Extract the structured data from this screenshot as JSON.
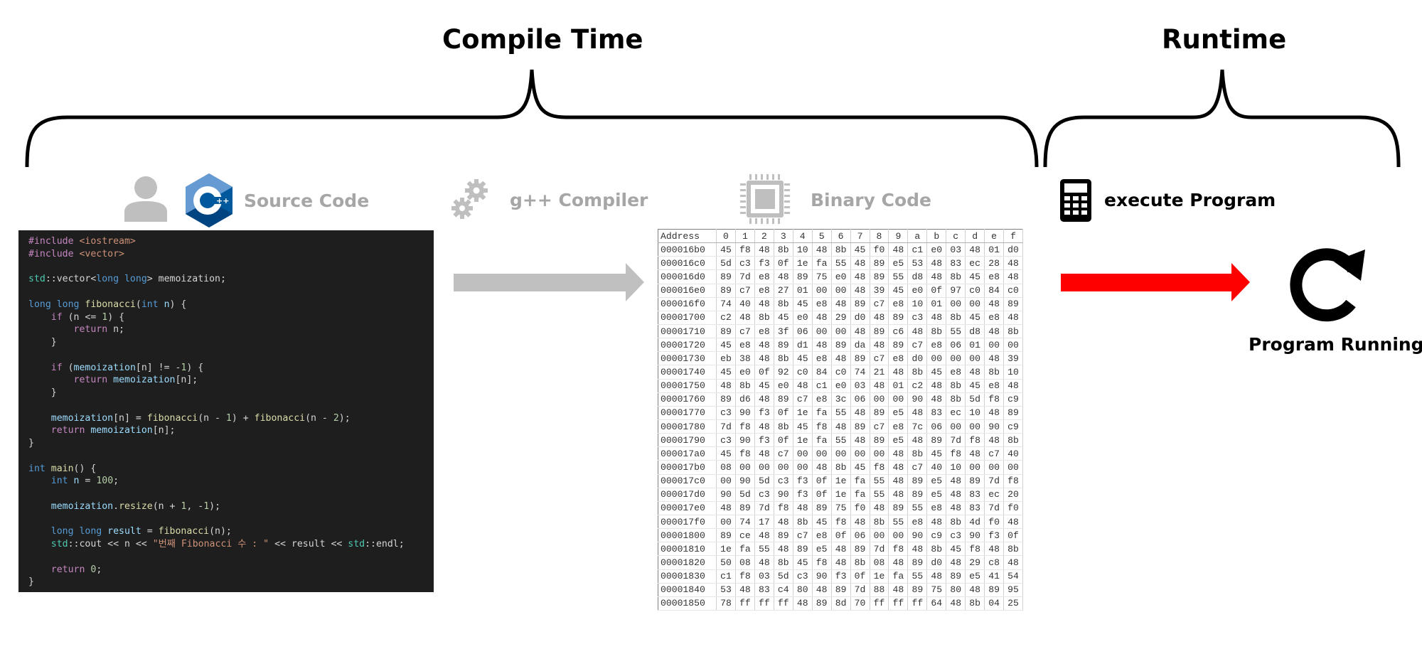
{
  "headings": {
    "compile_time": "Compile Time",
    "runtime": "Runtime"
  },
  "stages": {
    "source": "Source Code",
    "compiler": "g++ Compiler",
    "binary": "Binary Code",
    "execute": "execute Program",
    "running": "Program Running"
  },
  "colors": {
    "gray": "#c0c0c0",
    "red": "#ff0000",
    "cpp_blue": "#00599c",
    "code_bg": "#1e1e1e"
  },
  "icons": [
    "person-icon",
    "cpp-logo-icon",
    "gears-icon",
    "chip-icon",
    "calculator-icon",
    "refresh-icon"
  ],
  "code_lines": [
    [
      {
        "t": "#include ",
        "c": "#c586c0"
      },
      {
        "t": "<iostream>",
        "c": "#ce9178"
      }
    ],
    [
      {
        "t": "#include ",
        "c": "#c586c0"
      },
      {
        "t": "<vector>",
        "c": "#ce9178"
      }
    ],
    [],
    [
      {
        "t": "std",
        "c": "#4ec9b0"
      },
      {
        "t": "::vector<",
        "c": "#d4d4d4"
      },
      {
        "t": "long long",
        "c": "#569cd6"
      },
      {
        "t": "> memoization;",
        "c": "#d4d4d4"
      }
    ],
    [],
    [
      {
        "t": "long long ",
        "c": "#569cd6"
      },
      {
        "t": "fibonacci",
        "c": "#dcdcaa"
      },
      {
        "t": "(",
        "c": "#d4d4d4"
      },
      {
        "t": "int ",
        "c": "#569cd6"
      },
      {
        "t": "n",
        "c": "#9cdcfe"
      },
      {
        "t": ") {",
        "c": "#d4d4d4"
      }
    ],
    [
      {
        "t": "    ",
        "c": "#d4d4d4"
      },
      {
        "t": "if",
        "c": "#c586c0"
      },
      {
        "t": " (n <= ",
        "c": "#d4d4d4"
      },
      {
        "t": "1",
        "c": "#b5cea8"
      },
      {
        "t": ") {",
        "c": "#d4d4d4"
      }
    ],
    [
      {
        "t": "        ",
        "c": "#d4d4d4"
      },
      {
        "t": "return",
        "c": "#c586c0"
      },
      {
        "t": " n;",
        "c": "#d4d4d4"
      }
    ],
    [
      {
        "t": "    }",
        "c": "#d4d4d4"
      }
    ],
    [],
    [
      {
        "t": "    ",
        "c": "#d4d4d4"
      },
      {
        "t": "if",
        "c": "#c586c0"
      },
      {
        "t": " (",
        "c": "#d4d4d4"
      },
      {
        "t": "memoization",
        "c": "#9cdcfe"
      },
      {
        "t": "[n] != -",
        "c": "#d4d4d4"
      },
      {
        "t": "1",
        "c": "#b5cea8"
      },
      {
        "t": ") {",
        "c": "#d4d4d4"
      }
    ],
    [
      {
        "t": "        ",
        "c": "#d4d4d4"
      },
      {
        "t": "return",
        "c": "#c586c0"
      },
      {
        "t": " ",
        "c": "#d4d4d4"
      },
      {
        "t": "memoization",
        "c": "#9cdcfe"
      },
      {
        "t": "[n];",
        "c": "#d4d4d4"
      }
    ],
    [
      {
        "t": "    }",
        "c": "#d4d4d4"
      }
    ],
    [],
    [
      {
        "t": "    ",
        "c": "#d4d4d4"
      },
      {
        "t": "memoization",
        "c": "#9cdcfe"
      },
      {
        "t": "[n] = ",
        "c": "#d4d4d4"
      },
      {
        "t": "fibonacci",
        "c": "#dcdcaa"
      },
      {
        "t": "(n - ",
        "c": "#d4d4d4"
      },
      {
        "t": "1",
        "c": "#b5cea8"
      },
      {
        "t": ") + ",
        "c": "#d4d4d4"
      },
      {
        "t": "fibonacci",
        "c": "#dcdcaa"
      },
      {
        "t": "(n - ",
        "c": "#d4d4d4"
      },
      {
        "t": "2",
        "c": "#b5cea8"
      },
      {
        "t": ");",
        "c": "#d4d4d4"
      }
    ],
    [
      {
        "t": "    ",
        "c": "#d4d4d4"
      },
      {
        "t": "return",
        "c": "#c586c0"
      },
      {
        "t": " ",
        "c": "#d4d4d4"
      },
      {
        "t": "memoization",
        "c": "#9cdcfe"
      },
      {
        "t": "[n];",
        "c": "#d4d4d4"
      }
    ],
    [
      {
        "t": "}",
        "c": "#d4d4d4"
      }
    ],
    [],
    [
      {
        "t": "int ",
        "c": "#569cd6"
      },
      {
        "t": "main",
        "c": "#dcdcaa"
      },
      {
        "t": "() {",
        "c": "#d4d4d4"
      }
    ],
    [
      {
        "t": "    ",
        "c": "#d4d4d4"
      },
      {
        "t": "int ",
        "c": "#569cd6"
      },
      {
        "t": "n",
        "c": "#9cdcfe"
      },
      {
        "t": " = ",
        "c": "#d4d4d4"
      },
      {
        "t": "100",
        "c": "#b5cea8"
      },
      {
        "t": ";",
        "c": "#d4d4d4"
      }
    ],
    [],
    [
      {
        "t": "    ",
        "c": "#d4d4d4"
      },
      {
        "t": "memoization",
        "c": "#9cdcfe"
      },
      {
        "t": ".",
        "c": "#d4d4d4"
      },
      {
        "t": "resize",
        "c": "#dcdcaa"
      },
      {
        "t": "(n + ",
        "c": "#d4d4d4"
      },
      {
        "t": "1",
        "c": "#b5cea8"
      },
      {
        "t": ", -",
        "c": "#d4d4d4"
      },
      {
        "t": "1",
        "c": "#b5cea8"
      },
      {
        "t": ");",
        "c": "#d4d4d4"
      }
    ],
    [],
    [
      {
        "t": "    ",
        "c": "#d4d4d4"
      },
      {
        "t": "long long ",
        "c": "#569cd6"
      },
      {
        "t": "result",
        "c": "#9cdcfe"
      },
      {
        "t": " = ",
        "c": "#d4d4d4"
      },
      {
        "t": "fibonacci",
        "c": "#dcdcaa"
      },
      {
        "t": "(n);",
        "c": "#d4d4d4"
      }
    ],
    [
      {
        "t": "    ",
        "c": "#d4d4d4"
      },
      {
        "t": "std",
        "c": "#4ec9b0"
      },
      {
        "t": "::cout << n << ",
        "c": "#d4d4d4"
      },
      {
        "t": "\"번째 Fibonacci 수 : \"",
        "c": "#ce9178"
      },
      {
        "t": " << result << ",
        "c": "#d4d4d4"
      },
      {
        "t": "std",
        "c": "#4ec9b0"
      },
      {
        "t": "::endl;",
        "c": "#d4d4d4"
      }
    ],
    [],
    [
      {
        "t": "    ",
        "c": "#d4d4d4"
      },
      {
        "t": "return",
        "c": "#c586c0"
      },
      {
        "t": " ",
        "c": "#d4d4d4"
      },
      {
        "t": "0",
        "c": "#b5cea8"
      },
      {
        "t": ";",
        "c": "#d4d4d4"
      }
    ],
    [
      {
        "t": "}",
        "c": "#d4d4d4"
      }
    ]
  ],
  "hex": {
    "header": [
      "Address",
      "0",
      "1",
      "2",
      "3",
      "4",
      "5",
      "6",
      "7",
      "8",
      "9",
      "a",
      "b",
      "c",
      "d",
      "e",
      "f"
    ],
    "rows": [
      [
        "000016b0",
        "45 f8 48 8b 10 48 8b 45 f0 48 c1 e0 03 48 01 d0"
      ],
      [
        "000016c0",
        "5d c3 f3 0f 1e fa 55 48 89 e5 53 48 83 ec 28 48"
      ],
      [
        "000016d0",
        "89 7d e8 48 89 75 e0 48 89 55 d8 48 8b 45 e8 48"
      ],
      [
        "000016e0",
        "89 c7 e8 27 01 00 00 48 39 45 e0 0f 97 c0 84 c0"
      ],
      [
        "000016f0",
        "74 40 48 8b 45 e8 48 89 c7 e8 10 01 00 00 48 89"
      ],
      [
        "00001700",
        "c2 48 8b 45 e0 48 29 d0 48 89 c3 48 8b 45 e8 48"
      ],
      [
        "00001710",
        "89 c7 e8 3f 06 00 00 48 89 c6 48 8b 55 d8 48 8b"
      ],
      [
        "00001720",
        "45 e8 48 89 d1 48 89 da 48 89 c7 e8 06 01 00 00"
      ],
      [
        "00001730",
        "eb 38 48 8b 45 e8 48 89 c7 e8 d0 00 00 00 48 39"
      ],
      [
        "00001740",
        "45 e0 0f 92 c0 84 c0 74 21 48 8b 45 e8 48 8b 10"
      ],
      [
        "00001750",
        "48 8b 45 e0 48 c1 e0 03 48 01 c2 48 8b 45 e8 48"
      ],
      [
        "00001760",
        "89 d6 48 89 c7 e8 3c 06 00 00 90 48 8b 5d f8 c9"
      ],
      [
        "00001770",
        "c3 90 f3 0f 1e fa 55 48 89 e5 48 83 ec 10 48 89"
      ],
      [
        "00001780",
        "7d f8 48 8b 45 f8 48 89 c7 e8 7c 06 00 00 90 c9"
      ],
      [
        "00001790",
        "c3 90 f3 0f 1e fa 55 48 89 e5 48 89 7d f8 48 8b"
      ],
      [
        "000017a0",
        "45 f8 48 c7 00 00 00 00 00 48 8b 45 f8 48 c7 40"
      ],
      [
        "000017b0",
        "08 00 00 00 00 48 8b 45 f8 48 c7 40 10 00 00 00"
      ],
      [
        "000017c0",
        "00 90 5d c3 f3 0f 1e fa 55 48 89 e5 48 89 7d f8"
      ],
      [
        "000017d0",
        "90 5d c3 90 f3 0f 1e fa 55 48 89 e5 48 83 ec 20"
      ],
      [
        "000017e0",
        "48 89 7d f8 48 89 75 f0 48 89 55 e8 48 83 7d f0"
      ],
      [
        "000017f0",
        "00 74 17 48 8b 45 f8 48 8b 55 e8 48 8b 4d f0 48"
      ],
      [
        "00001800",
        "89 ce 48 89 c7 e8 0f 06 00 00 90 c9 c3 90 f3 0f"
      ],
      [
        "00001810",
        "1e fa 55 48 89 e5 48 89 7d f8 48 8b 45 f8 48 8b"
      ],
      [
        "00001820",
        "50 08 48 8b 45 f8 48 8b 08 48 89 d0 48 29 c8 48"
      ],
      [
        "00001830",
        "c1 f8 03 5d c3 90 f3 0f 1e fa 55 48 89 e5 41 54"
      ],
      [
        "00001840",
        "53 48 83 c4 80 48 89 7d 88 48 89 75 80 48 89 95"
      ],
      [
        "00001850",
        "78 ff ff ff 48 89 8d 70 ff ff ff 64 48 8b 04 25"
      ]
    ]
  }
}
